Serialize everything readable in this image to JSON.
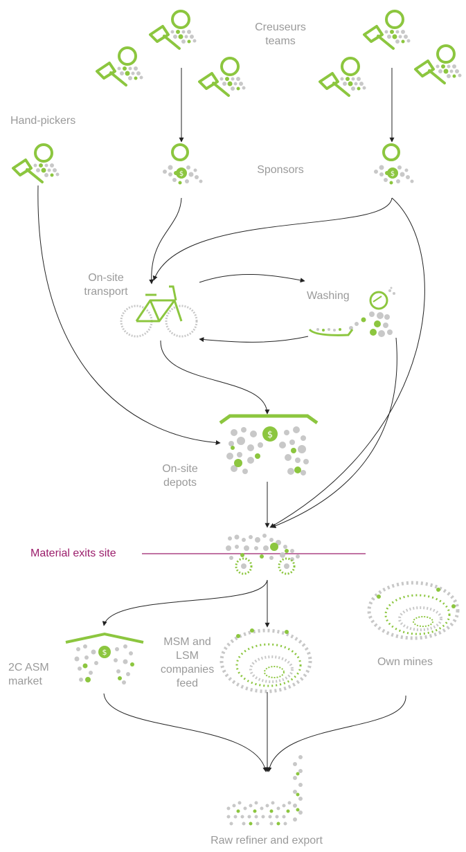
{
  "labels": {
    "creuseurs": [
      "Creuseurs",
      "teams"
    ],
    "hand_pickers": "Hand-pickers",
    "sponsors": "Sponsors",
    "onsite_transport": [
      "On-site",
      "transport"
    ],
    "washing": "Washing",
    "onsite_depots": [
      "On-site",
      "depots"
    ],
    "material_exits": "Material exits site",
    "asm_market": [
      "2C ASM",
      "market"
    ],
    "msm_lsm": [
      "MSM and",
      "LSM",
      "companies",
      "feed"
    ],
    "own_mines": "Own mines",
    "refiner": "Raw refiner and export"
  },
  "colors": {
    "green": "#8cc63f",
    "grey": "#c8c8c8",
    "dark_grey": "#9a9a9a",
    "arrow": "#222222",
    "exit_line": "#9b1d6b"
  },
  "icons": {
    "creuseur": "shovel-miner-icon",
    "sponsor": "sponsor-person-icon",
    "transport": "bicycle-icon",
    "washing": "washing-person-icon",
    "depot": "depot-building-icon",
    "truck": "truck-icon",
    "mine": "open-pit-mine-icon",
    "factory": "refinery-factory-icon"
  }
}
